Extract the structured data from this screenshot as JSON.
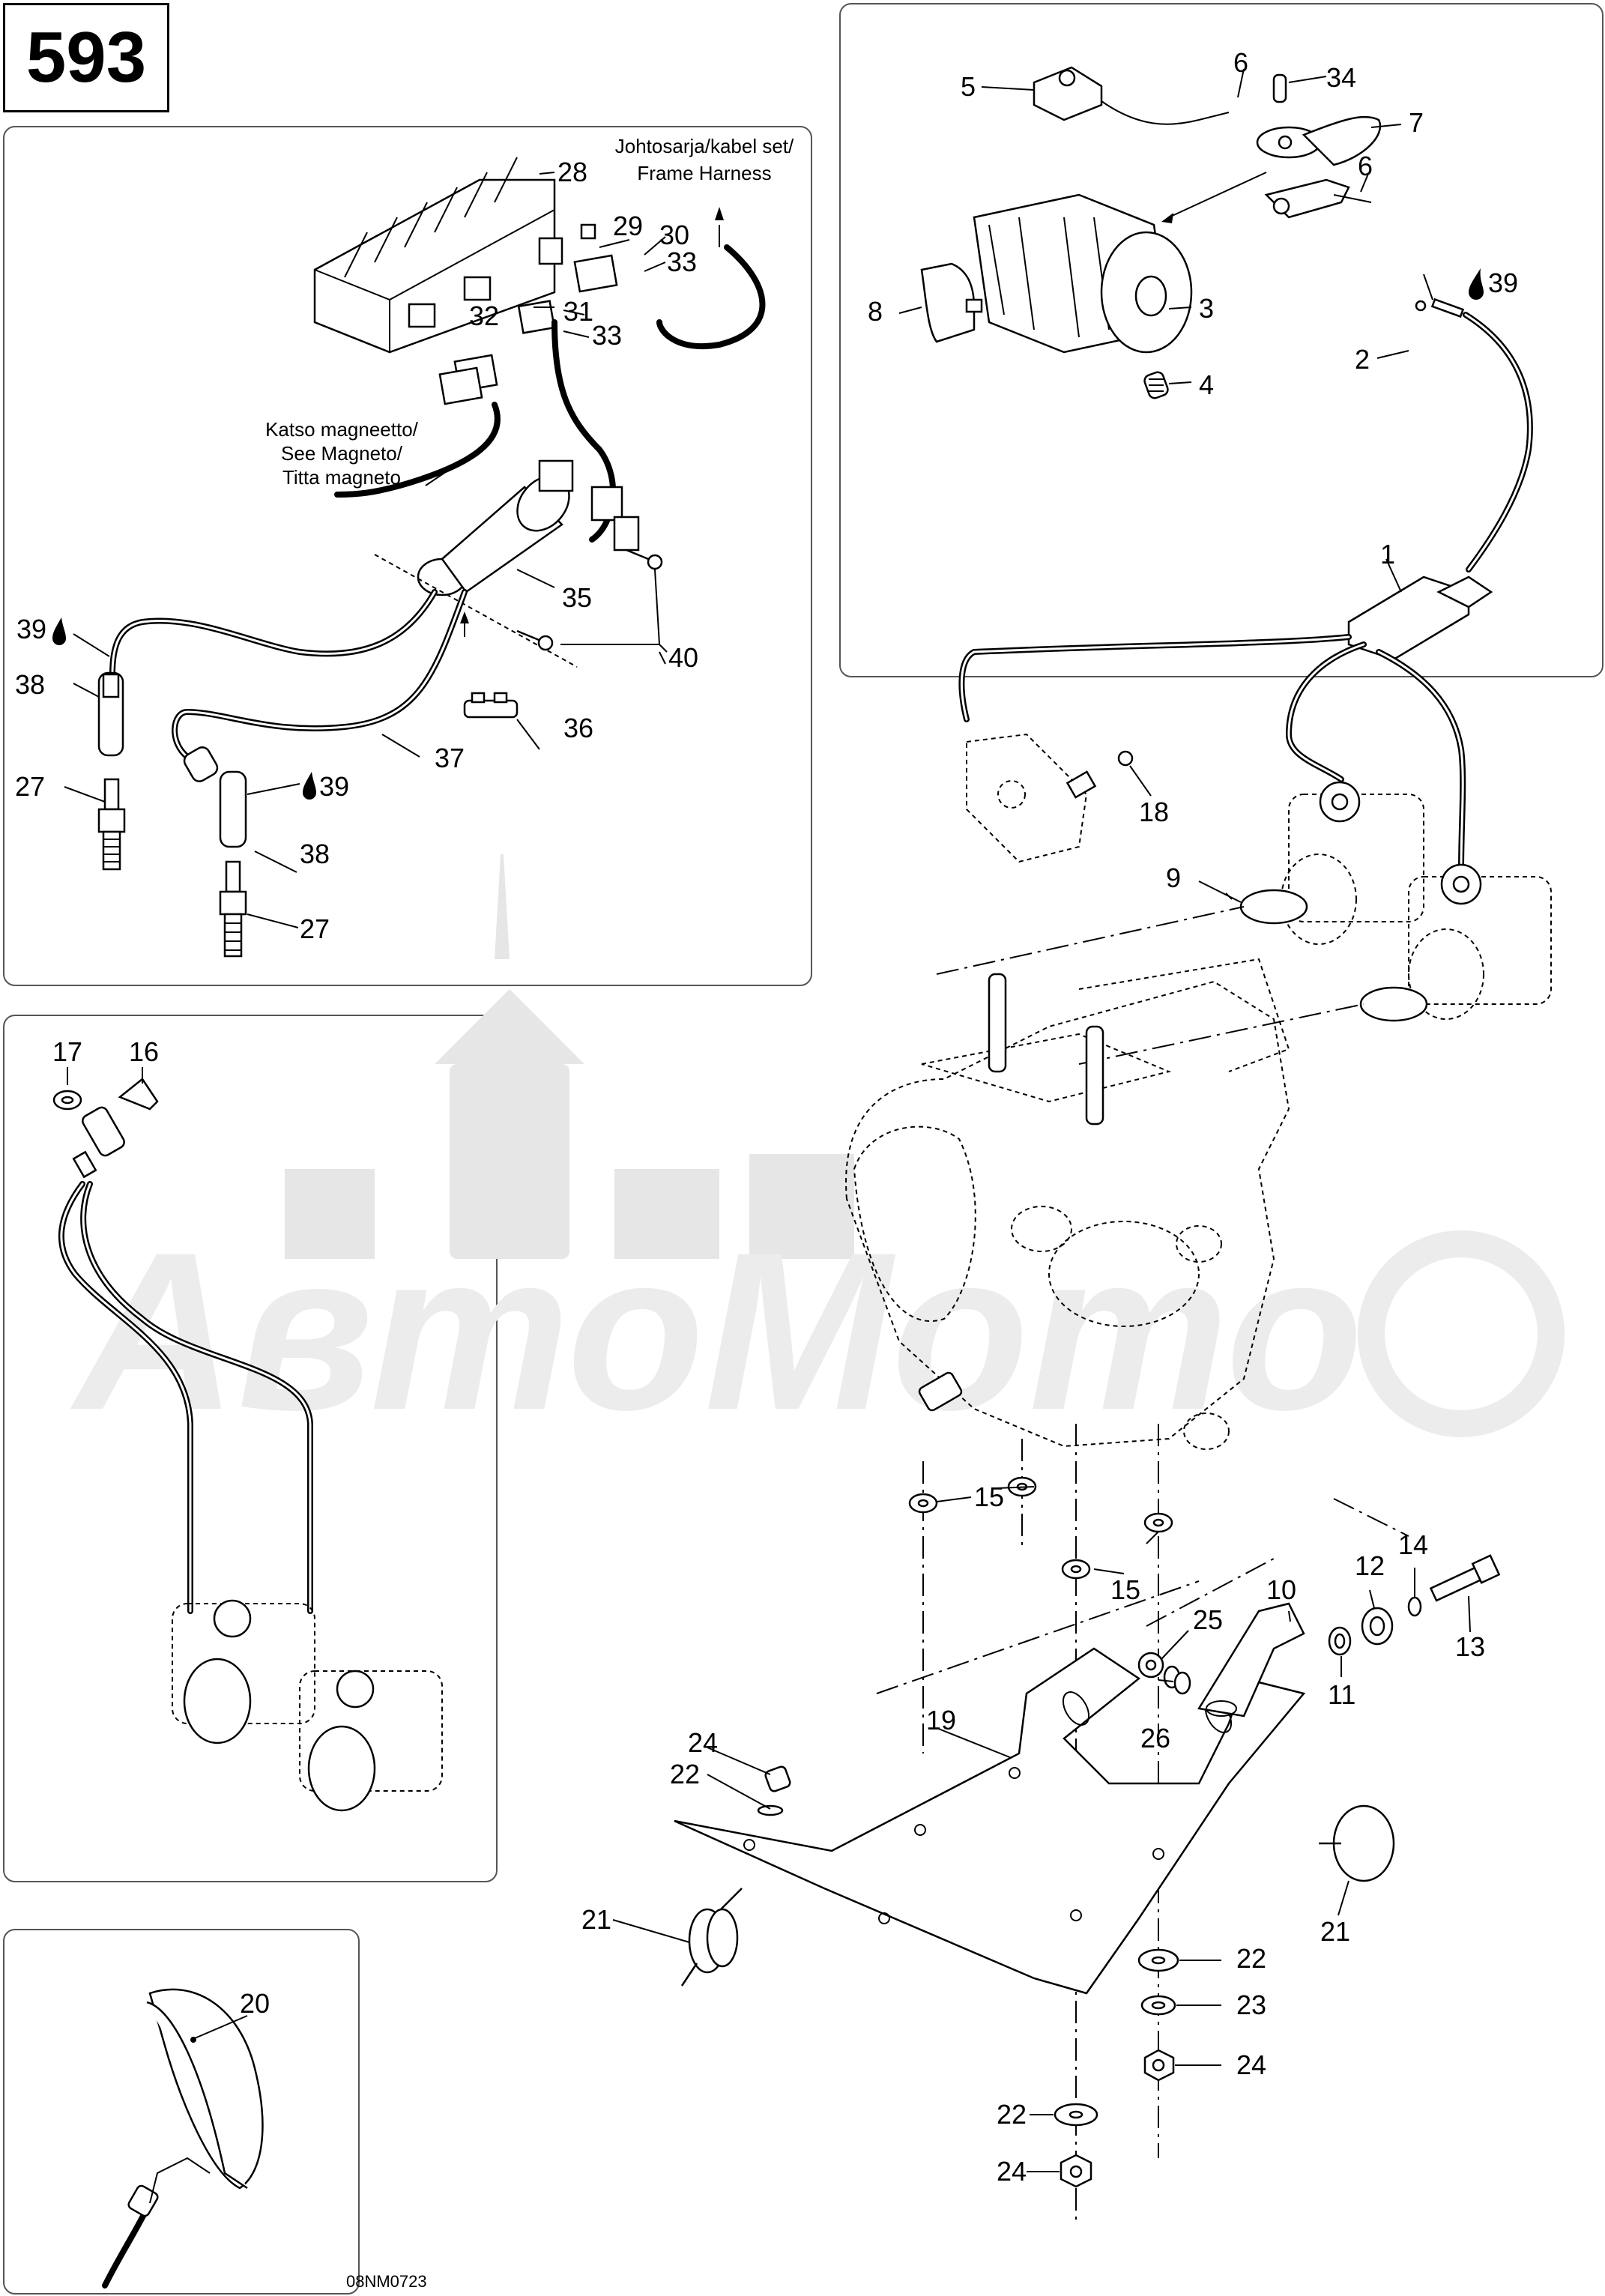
{
  "page": {
    "number": "593",
    "drawing_code": "08NM0723"
  },
  "notes": {
    "frame_harness": [
      "Johtosarja/kabel set/",
      "Frame Harness"
    ],
    "see_magneto": [
      "Katso magneetto/",
      "See Magneto/",
      "Titta magneto"
    ]
  },
  "callouts": {
    "c1": "1",
    "c2": "2",
    "c3": "3",
    "c4": "4",
    "c5": "5",
    "c6a": "6",
    "c6b": "6",
    "c7": "7",
    "c8": "8",
    "c9": "9",
    "c10": "10",
    "c11": "11",
    "c12": "12",
    "c13": "13",
    "c14": "14",
    "c15a": "15",
    "c15b": "15",
    "c16": "16",
    "c17": "17",
    "c18": "18",
    "c19": "19",
    "c20": "20",
    "c21a": "21",
    "c21b": "21",
    "c22a": "22",
    "c22b": "22",
    "c22c": "22",
    "c23": "23",
    "c24a": "24",
    "c24b": "24",
    "c24c": "24",
    "c25": "25",
    "c26": "26",
    "c27a": "27",
    "c27b": "27",
    "c28": "28",
    "c29": "29",
    "c30": "30",
    "c31": "31",
    "c32": "32",
    "c33a": "33",
    "c33b": "33",
    "c34": "34",
    "c35": "35",
    "c36": "36",
    "c37": "37",
    "c38a": "38",
    "c38b": "38",
    "c39a": "39",
    "c39b": "39",
    "c39c": "39",
    "c40": "40"
  },
  "icons": {
    "lubricant": "oil-drop-icon"
  },
  "watermark": "АвтоМото"
}
